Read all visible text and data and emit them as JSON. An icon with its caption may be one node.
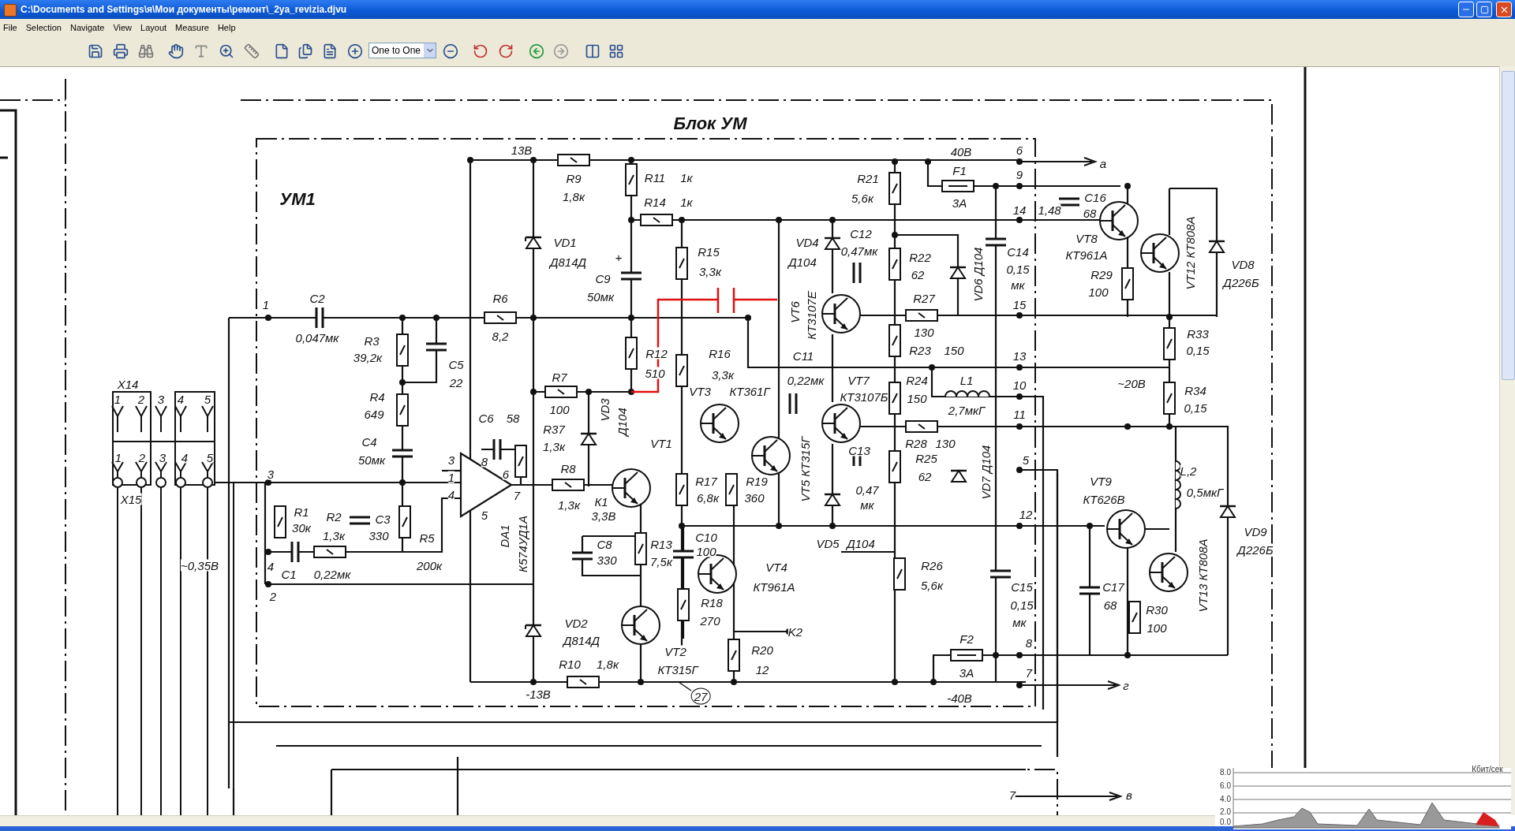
{
  "diagram": {
    "labels": [
      "C:\\Documents and Settings\\я\\Мои документы\\ремонт\\_2ya_revizia.djvu",
      "File",
      "Selection",
      "Navigate",
      "View",
      "Layout",
      "Measure",
      "Help",
      "One to One",
      "Блок УМ",
      "13В",
      "40В",
      "6",
      "а",
      "F1",
      "9",
      "R11",
      "1к",
      "R9",
      "R21",
      "1,8к",
      "5,6к",
      "C16",
      "R14",
      "1к",
      "3А",
      "УМ1",
      "14",
      "1,48",
      "68",
      "C12",
      "VT8",
      "VD4",
      "VD1",
      "0,47мк",
      "R15",
      "C14",
      "VT12 КТ808А",
      "КТ961А",
      "+",
      "R22",
      "Д814Д",
      "Д104",
      "VD8",
      "0,15",
      "3,3к",
      "VD6 Д104",
      "62",
      "R29",
      "C9",
      "Д226Б",
      "мк",
      "100",
      "50мк",
      "1",
      "C2",
      "R6",
      "R27",
      "15",
      "VT6",
      "КТ3107Е",
      "130",
      "R33",
      "8,2",
      "0,047мк",
      "R3",
      "R23",
      "150",
      "0,15",
      "R12",
      "R16",
      "C11",
      "13",
      "39,2к",
      "C5",
      "510",
      "3,3к",
      "R7",
      "0,22мк",
      "VT7",
      "R24",
      "L1",
      "22",
      "~20В",
      "X14",
      "10",
      "R34",
      "VT3",
      "КТ361Г",
      "R4",
      "КТ3107Б",
      "150",
      "1",
      "2",
      "3",
      "4",
      "5",
      "2,7мкГ",
      "0,15",
      "100",
      "11",
      "649",
      "VD3",
      "Д104",
      "C6",
      "58",
      "R37",
      "C4",
      "R28",
      "130",
      "VT1",
      "1,3к",
      "C13",
      "1",
      "2",
      "3",
      "4",
      "5",
      "R25",
      "3",
      "50мк",
      "8",
      "5",
      "R8",
      "VT5 КТ315Г",
      "L,2",
      "VD7 Д104",
      "3",
      "6",
      "1",
      "62",
      "VT9",
      "R17",
      "R19",
      "0,47",
      "0,5мкГ",
      "4",
      "7",
      "6,8к",
      "360",
      "КТ626В",
      "X15",
      "К1",
      "1,3к",
      "мк",
      "R1",
      "5",
      "3,3В",
      "R2",
      "12",
      "C3",
      "30к",
      "VD9",
      "1,3к",
      "330",
      "DA1",
      "C10",
      "R5",
      "К574УД1А",
      "VD5",
      "Д104",
      "C8",
      "R13",
      "Д226Б",
      "100",
      "330",
      "7,5к",
      "~0,35В",
      "4",
      "200к",
      "R26",
      "VT4",
      "C1",
      "0,22мк",
      "VT13 КТ808А",
      "5,6к",
      "КТ961А",
      "C15",
      "C17",
      "2",
      "R18",
      "0,15",
      "68",
      "R30",
      "270",
      "мк",
      "VD2",
      "100",
      "K2",
      "F2",
      "Д814Д",
      "8",
      "R20",
      "VT2",
      "R10",
      "1,8к",
      "КТ315Г",
      "12",
      "3А",
      "7",
      "г",
      "-13В",
      "27",
      "-40В",
      "7",
      "в",
      "Кбит/сек",
      "8.0",
      "6.0",
      "4.0",
      "2.0",
      "0.0"
    ]
  }
}
